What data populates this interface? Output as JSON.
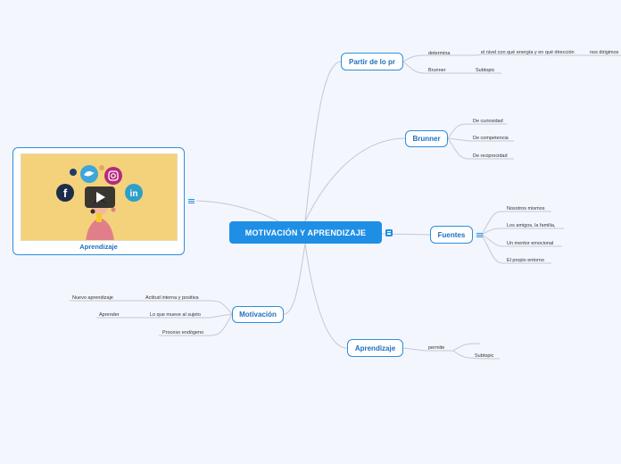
{
  "central": {
    "title": "MOTIVACIÓN Y APRENDIZAJE"
  },
  "image_node": {
    "caption": "Aprendizaje"
  },
  "branches": {
    "partir": {
      "title": "Partir de lo pr",
      "children": [
        {
          "label": "determina",
          "sub": "el nivel con qué energía y en qué dirección",
          "sub2": "nos dirigimos"
        },
        {
          "label": "Brunner",
          "sub": "Subtopic"
        }
      ]
    },
    "brunner": {
      "title": "Brunner",
      "children": [
        "De curiosidad",
        "De competencia",
        "De reciprocidad"
      ]
    },
    "fuentes": {
      "title": "Fuentes",
      "children": [
        "Nosotros mismos",
        "Los amigos, la familia,",
        "Un mentor emocional",
        "El propio entorno"
      ]
    },
    "aprendizaje": {
      "title": "Aprendizaje",
      "children": [
        {
          "label": "permite",
          "sub": "Subtopic"
        }
      ]
    },
    "motivacion": {
      "title": "Motivación",
      "children": [
        {
          "label": "Actitud interna y positiva",
          "sub": "Nuevo aprendizaje"
        },
        {
          "label": "Lo que mueve al sujeto",
          "sub": "Aprender"
        },
        {
          "label": "Proceso endógeno"
        }
      ]
    }
  },
  "colors": {
    "accent": "#1f8fe6",
    "border": "#2a8fde",
    "line": "#c3c8d6",
    "background": "#f4f6fd"
  },
  "icons": [
    "note-icon",
    "collapse-icon",
    "facebook-icon",
    "twitter-icon",
    "instagram-icon",
    "linkedin-icon",
    "play-icon"
  ]
}
